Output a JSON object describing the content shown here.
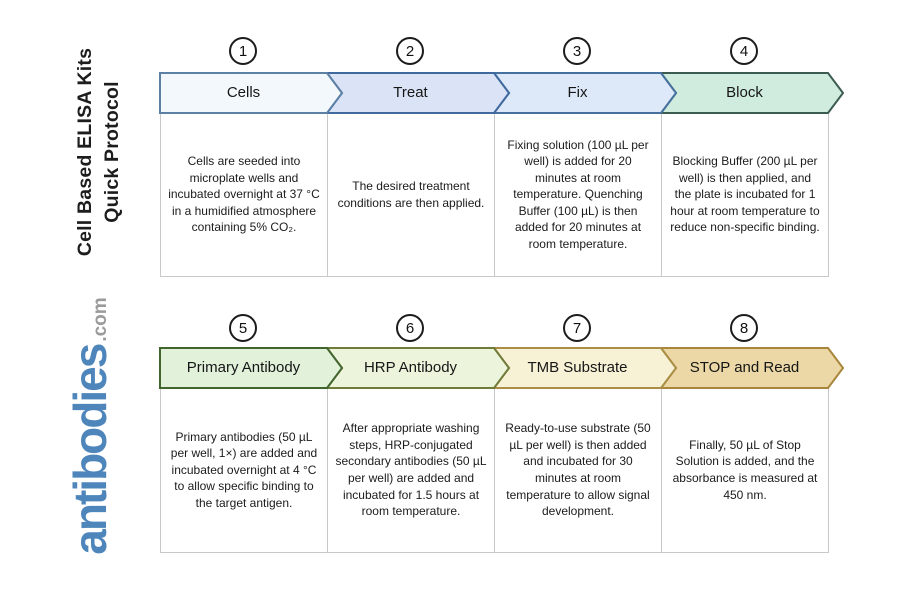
{
  "sidebar": {
    "title_line1": "Cell Based ELISA Kits",
    "title_line2": "Quick Protocol",
    "logo_text": "antibodies",
    "logo_suffix": ".com",
    "logo_color": "#4e86bb",
    "logo_suffix_color": "#9b9b9b"
  },
  "steps": [
    {
      "number": "1",
      "label": "Cells",
      "description": "Cells are seeded into microplate wells and incubated overnight at 37 °C in a humidified atmosphere containing 5% CO₂.",
      "fill": "#f3f8fc",
      "border": "#5d80a5"
    },
    {
      "number": "2",
      "label": "Treat",
      "description": "The desired treatment conditions are then applied.",
      "fill": "#dbe4f7",
      "border": "#40699f"
    },
    {
      "number": "3",
      "label": "Fix",
      "description": "Fixing solution (100 µL per well) is added for 20 minutes at room temperature. Quenching Buffer (100 µL) is then added for 20 minutes at room temperature.",
      "fill": "#dde8f8",
      "border": "#46709f"
    },
    {
      "number": "4",
      "label": "Block",
      "description": "Blocking Buffer (200 µL per well) is then applied, and the plate is incubated for 1 hour at room temperature to reduce non-specific binding.",
      "fill": "#cfecdf",
      "border": "#3d5c51"
    },
    {
      "number": "5",
      "label": "Primary Antibody",
      "description": "Primary antibodies (50 µL per well, 1×) are added and incubated overnight at 4 °C to allow specific binding to the target antigen.",
      "fill": "#e1f1da",
      "border": "#42652e"
    },
    {
      "number": "6",
      "label": "HRP Antibody",
      "description": "After appropriate washing steps, HRP-conjugated secondary antibodies (50 µL per well) are added and incubated for 1.5 hours at room temperature.",
      "fill": "#edf4dc",
      "border": "#6e7b39"
    },
    {
      "number": "7",
      "label": "TMB Substrate",
      "description": "Ready-to-use substrate (50 µL per well) is then added and incubated for 30 minutes at room temperature to allow signal development.",
      "fill": "#f7f2d6",
      "border": "#ab8d45"
    },
    {
      "number": "8",
      "label": "STOP and Read",
      "description": "Finally, 50 µL of Stop Solution is added, and the absorbance is measured at 450 nm.",
      "fill": "#ebd8a6",
      "border": "#a8863b"
    }
  ]
}
